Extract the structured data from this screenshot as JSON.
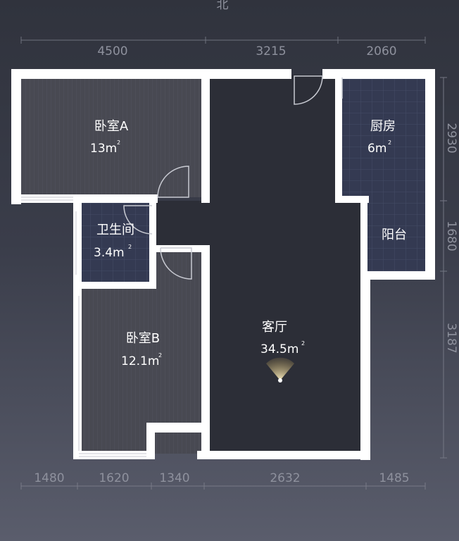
{
  "compass": {
    "north_label": "北"
  },
  "dimensions": {
    "top": [
      "4500",
      "3215",
      "2060"
    ],
    "bottom": [
      "1480",
      "1620",
      "1340",
      "2632",
      "1485"
    ],
    "right": [
      "2930",
      "1680",
      "3187"
    ]
  },
  "rooms": {
    "bedroom_a": {
      "name": "卧室A",
      "area": "13m",
      "unit_sup": "2"
    },
    "kitchen": {
      "name": "厨房",
      "area": "6m",
      "unit_sup": "2"
    },
    "bathroom": {
      "name": "卫生间",
      "area": "3.4m",
      "unit_sup": "2"
    },
    "balcony": {
      "name": "阳台"
    },
    "living_room": {
      "name": "客厅",
      "area": "34.5m",
      "unit_sup": "2"
    },
    "bedroom_b": {
      "name": "卧室B",
      "area": "12.1m",
      "unit_sup": "2"
    }
  },
  "colors": {
    "background_top": "#30333d",
    "background_bottom": "#5a5d6c",
    "wall": "#ffffff",
    "floor_wood": "#484952",
    "floor_tile": "#343a52",
    "floor_living": "#2c2e37",
    "dimension_text": "#8e919d",
    "camera_fan": "#f0d48a"
  }
}
